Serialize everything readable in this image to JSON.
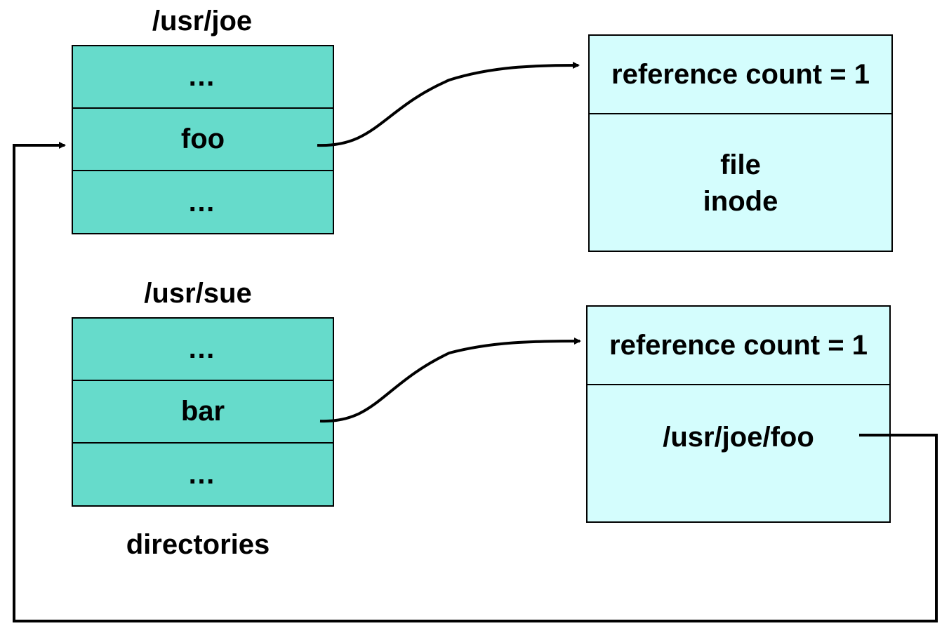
{
  "directories": [
    {
      "name": "/usr/joe",
      "entries": [
        "…",
        "foo",
        "…"
      ]
    },
    {
      "name": "/usr/sue",
      "entries": [
        "…",
        "bar",
        "…"
      ]
    }
  ],
  "directories_caption": "directories",
  "inodes": [
    {
      "reference_count_label": "reference count = 1",
      "body_line1": "file",
      "body_line2": "inode"
    },
    {
      "reference_count_label": "reference count = 1",
      "body_line1": "/usr/joe/foo"
    }
  ],
  "colors": {
    "directory_fill": "#66dbcb",
    "inode_fill": "#d4fdfd",
    "line": "#000000"
  }
}
